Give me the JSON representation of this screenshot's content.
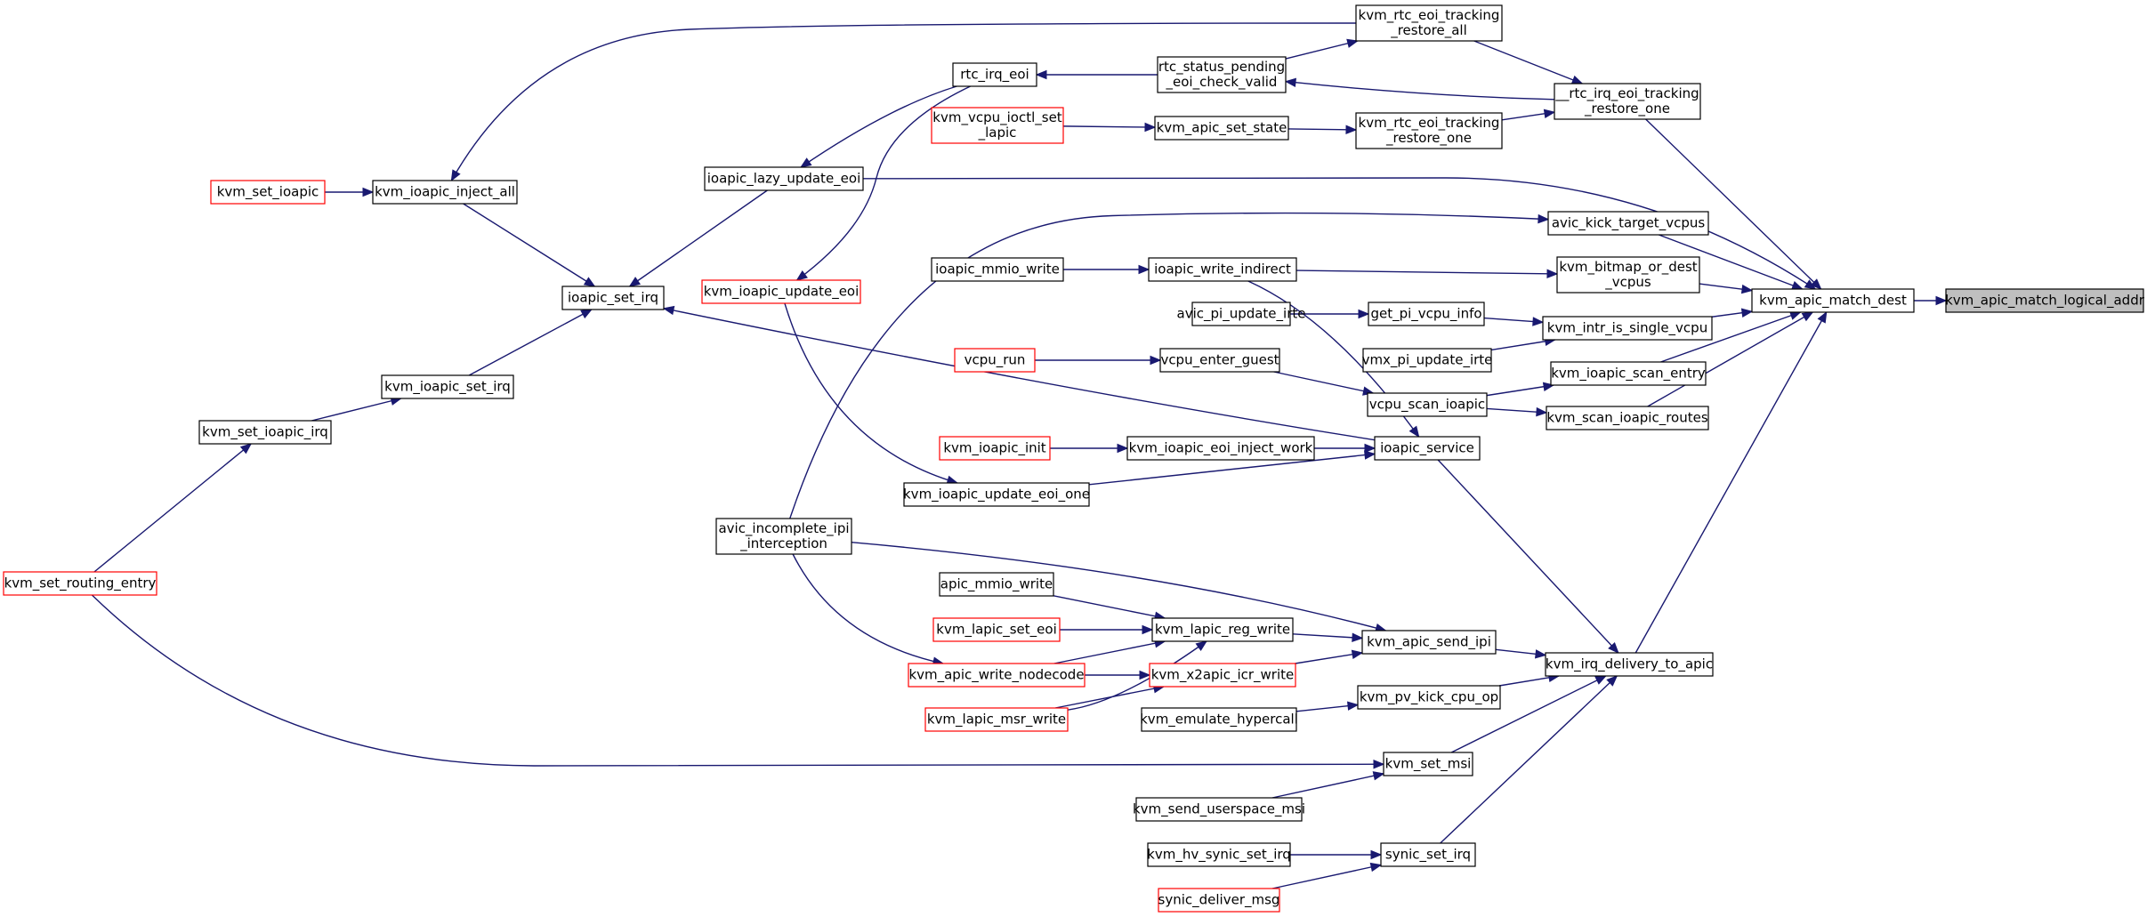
{
  "colors": {
    "edge": "#191970",
    "node_border": "#000000",
    "truncated_node_border": "#ff0000",
    "root_fill": "#bfbfbf",
    "background": "#ffffff"
  },
  "nodes": [
    {
      "id": "kvm_apic_match_logical_addr",
      "lines": [
        "kvm_apic_match_logical_addr"
      ],
      "style": "root"
    },
    {
      "id": "kvm_apic_match_dest",
      "lines": [
        "kvm_apic_match_dest"
      ],
      "style": "normal"
    },
    {
      "id": "__rtc_irq_eoi_tracking_restore_one",
      "lines": [
        "__rtc_irq_eoi_tracking",
        "_restore_one"
      ],
      "style": "normal"
    },
    {
      "id": "kvm_rtc_eoi_tracking_restore_all",
      "lines": [
        "kvm_rtc_eoi_tracking",
        "_restore_all"
      ],
      "style": "normal"
    },
    {
      "id": "kvm_rtc_eoi_tracking_restore_one",
      "lines": [
        "kvm_rtc_eoi_tracking",
        "_restore_one"
      ],
      "style": "normal"
    },
    {
      "id": "rtc_status_pending_eoi_check_valid",
      "lines": [
        "rtc_status_pending",
        "_eoi_check_valid"
      ],
      "style": "normal"
    },
    {
      "id": "rtc_irq_eoi",
      "lines": [
        "rtc_irq_eoi"
      ],
      "style": "normal"
    },
    {
      "id": "kvm_vcpu_ioctl_set_lapic",
      "lines": [
        "kvm_vcpu_ioctl_set",
        "_lapic"
      ],
      "style": "red"
    },
    {
      "id": "kvm_apic_set_state",
      "lines": [
        "kvm_apic_set_state"
      ],
      "style": "normal"
    },
    {
      "id": "ioapic_lazy_update_eoi",
      "lines": [
        "ioapic_lazy_update_eoi"
      ],
      "style": "normal"
    },
    {
      "id": "kvm_set_ioapic",
      "lines": [
        "kvm_set_ioapic"
      ],
      "style": "red"
    },
    {
      "id": "kvm_ioapic_inject_all",
      "lines": [
        "kvm_ioapic_inject_all"
      ],
      "style": "normal"
    },
    {
      "id": "ioapic_set_irq",
      "lines": [
        "ioapic_set_irq"
      ],
      "style": "normal"
    },
    {
      "id": "kvm_ioapic_set_irq",
      "lines": [
        "kvm_ioapic_set_irq"
      ],
      "style": "normal"
    },
    {
      "id": "kvm_set_ioapic_irq",
      "lines": [
        "kvm_set_ioapic_irq"
      ],
      "style": "normal"
    },
    {
      "id": "kvm_set_routing_entry",
      "lines": [
        "kvm_set_routing_entry"
      ],
      "style": "red"
    },
    {
      "id": "avic_kick_target_vcpus",
      "lines": [
        "avic_kick_target_vcpus"
      ],
      "style": "normal"
    },
    {
      "id": "kvm_bitmap_or_dest_vcpus",
      "lines": [
        "kvm_bitmap_or_dest",
        "_vcpus"
      ],
      "style": "normal"
    },
    {
      "id": "kvm_intr_is_single_vcpu",
      "lines": [
        "kvm_intr_is_single_vcpu"
      ],
      "style": "normal"
    },
    {
      "id": "kvm_ioapic_scan_entry",
      "lines": [
        "kvm_ioapic_scan_entry"
      ],
      "style": "normal"
    },
    {
      "id": "kvm_scan_ioapic_routes",
      "lines": [
        "kvm_scan_ioapic_routes"
      ],
      "style": "normal"
    },
    {
      "id": "vcpu_scan_ioapic",
      "lines": [
        "vcpu_scan_ioapic"
      ],
      "style": "normal"
    },
    {
      "id": "vmx_pi_update_irte",
      "lines": [
        "vmx_pi_update_irte"
      ],
      "style": "normal"
    },
    {
      "id": "get_pi_vcpu_info",
      "lines": [
        "get_pi_vcpu_info"
      ],
      "style": "normal"
    },
    {
      "id": "avic_pi_update_irte",
      "lines": [
        "avic_pi_update_irte"
      ],
      "style": "normal"
    },
    {
      "id": "ioapic_write_indirect",
      "lines": [
        "ioapic_write_indirect"
      ],
      "style": "normal"
    },
    {
      "id": "ioapic_mmio_write",
      "lines": [
        "ioapic_mmio_write"
      ],
      "style": "normal"
    },
    {
      "id": "kvm_ioapic_update_eoi",
      "lines": [
        "kvm_ioapic_update_eoi"
      ],
      "style": "red"
    },
    {
      "id": "vcpu_enter_guest",
      "lines": [
        "vcpu_enter_guest"
      ],
      "style": "normal"
    },
    {
      "id": "vcpu_run",
      "lines": [
        "vcpu_run"
      ],
      "style": "red"
    },
    {
      "id": "ioapic_service",
      "lines": [
        "ioapic_service"
      ],
      "style": "normal"
    },
    {
      "id": "kvm_ioapic_eoi_inject_work",
      "lines": [
        "kvm_ioapic_eoi_inject_work"
      ],
      "style": "normal"
    },
    {
      "id": "kvm_ioapic_init",
      "lines": [
        "kvm_ioapic_init"
      ],
      "style": "red"
    },
    {
      "id": "kvm_ioapic_update_eoi_one",
      "lines": [
        "kvm_ioapic_update_eoi_one"
      ],
      "style": "normal"
    },
    {
      "id": "avic_incomplete_ipi_interception",
      "lines": [
        "avic_incomplete_ipi",
        "_interception"
      ],
      "style": "normal"
    },
    {
      "id": "kvm_irq_delivery_to_apic",
      "lines": [
        "kvm_irq_delivery_to_apic"
      ],
      "style": "normal"
    },
    {
      "id": "kvm_apic_send_ipi",
      "lines": [
        "kvm_apic_send_ipi"
      ],
      "style": "normal"
    },
    {
      "id": "kvm_lapic_reg_write",
      "lines": [
        "kvm_lapic_reg_write"
      ],
      "style": "normal"
    },
    {
      "id": "apic_mmio_write",
      "lines": [
        "apic_mmio_write"
      ],
      "style": "normal"
    },
    {
      "id": "kvm_lapic_set_eoi",
      "lines": [
        "kvm_lapic_set_eoi"
      ],
      "style": "red"
    },
    {
      "id": "kvm_apic_write_nodecode",
      "lines": [
        "kvm_apic_write_nodecode"
      ],
      "style": "red"
    },
    {
      "id": "kvm_x2apic_icr_write",
      "lines": [
        "kvm_x2apic_icr_write"
      ],
      "style": "red"
    },
    {
      "id": "kvm_lapic_msr_write",
      "lines": [
        "kvm_lapic_msr_write"
      ],
      "style": "red"
    },
    {
      "id": "kvm_pv_kick_cpu_op",
      "lines": [
        "kvm_pv_kick_cpu_op"
      ],
      "style": "normal"
    },
    {
      "id": "kvm_emulate_hypercall",
      "lines": [
        "kvm_emulate_hypercall"
      ],
      "style": "normal"
    },
    {
      "id": "kvm_set_msi",
      "lines": [
        "kvm_set_msi"
      ],
      "style": "normal"
    },
    {
      "id": "kvm_send_userspace_msi",
      "lines": [
        "kvm_send_userspace_msi"
      ],
      "style": "normal"
    },
    {
      "id": "synic_set_irq",
      "lines": [
        "synic_set_irq"
      ],
      "style": "normal"
    },
    {
      "id": "kvm_hv_synic_set_irq",
      "lines": [
        "kvm_hv_synic_set_irq"
      ],
      "style": "normal"
    },
    {
      "id": "synic_deliver_msg",
      "lines": [
        "synic_deliver_msg"
      ],
      "style": "red"
    }
  ],
  "edges": [
    {
      "from": "kvm_apic_match_dest",
      "to": "kvm_apic_match_logical_addr"
    },
    {
      "from": "__rtc_irq_eoi_tracking_restore_one",
      "to": "kvm_apic_match_dest"
    },
    {
      "from": "ioapic_lazy_update_eoi",
      "to": "kvm_apic_match_dest"
    },
    {
      "from": "avic_kick_target_vcpus",
      "to": "kvm_apic_match_dest"
    },
    {
      "from": "kvm_bitmap_or_dest_vcpus",
      "to": "kvm_apic_match_dest"
    },
    {
      "from": "kvm_intr_is_single_vcpu",
      "to": "kvm_apic_match_dest"
    },
    {
      "from": "kvm_ioapic_scan_entry",
      "to": "kvm_apic_match_dest"
    },
    {
      "from": "kvm_scan_ioapic_routes",
      "to": "kvm_apic_match_dest"
    },
    {
      "from": "kvm_irq_delivery_to_apic",
      "to": "kvm_apic_match_dest"
    },
    {
      "from": "kvm_rtc_eoi_tracking_restore_all",
      "to": "__rtc_irq_eoi_tracking_restore_one"
    },
    {
      "from": "kvm_rtc_eoi_tracking_restore_one",
      "to": "__rtc_irq_eoi_tracking_restore_one"
    },
    {
      "from": "__rtc_irq_eoi_tracking_restore_one",
      "to": "rtc_status_pending_eoi_check_valid"
    },
    {
      "from": "rtc_status_pending_eoi_check_valid",
      "to": "kvm_rtc_eoi_tracking_restore_all"
    },
    {
      "from": "rtc_status_pending_eoi_check_valid",
      "to": "rtc_irq_eoi"
    },
    {
      "from": "rtc_irq_eoi",
      "to": "ioapic_lazy_update_eoi"
    },
    {
      "from": "rtc_irq_eoi",
      "to": "kvm_ioapic_update_eoi"
    },
    {
      "from": "kvm_apic_set_state",
      "to": "kvm_rtc_eoi_tracking_restore_one"
    },
    {
      "from": "kvm_vcpu_ioctl_set_lapic",
      "to": "kvm_apic_set_state"
    },
    {
      "from": "kvm_rtc_eoi_tracking_restore_all",
      "to": "kvm_ioapic_inject_all"
    },
    {
      "from": "kvm_set_ioapic",
      "to": "kvm_ioapic_inject_all"
    },
    {
      "from": "ioapic_lazy_update_eoi",
      "to": "ioapic_set_irq"
    },
    {
      "from": "kvm_ioapic_inject_all",
      "to": "ioapic_set_irq"
    },
    {
      "from": "kvm_ioapic_set_irq",
      "to": "ioapic_set_irq"
    },
    {
      "from": "ioapic_service",
      "to": "ioapic_set_irq"
    },
    {
      "from": "kvm_set_ioapic_irq",
      "to": "kvm_ioapic_set_irq"
    },
    {
      "from": "kvm_set_routing_entry",
      "to": "kvm_set_ioapic_irq"
    },
    {
      "from": "avic_incomplete_ipi_interception",
      "to": "avic_kick_target_vcpus"
    },
    {
      "from": "ioapic_write_indirect",
      "to": "kvm_bitmap_or_dest_vcpus"
    },
    {
      "from": "ioapic_mmio_write",
      "to": "ioapic_write_indirect"
    },
    {
      "from": "get_pi_vcpu_info",
      "to": "kvm_intr_is_single_vcpu"
    },
    {
      "from": "vmx_pi_update_irte",
      "to": "kvm_intr_is_single_vcpu"
    },
    {
      "from": "avic_pi_update_irte",
      "to": "get_pi_vcpu_info"
    },
    {
      "from": "vcpu_scan_ioapic",
      "to": "kvm_ioapic_scan_entry"
    },
    {
      "from": "vcpu_scan_ioapic",
      "to": "kvm_scan_ioapic_routes"
    },
    {
      "from": "vcpu_enter_guest",
      "to": "vcpu_scan_ioapic"
    },
    {
      "from": "vcpu_run",
      "to": "vcpu_enter_guest"
    },
    {
      "from": "ioapic_write_indirect",
      "to": "ioapic_service"
    },
    {
      "from": "kvm_ioapic_eoi_inject_work",
      "to": "ioapic_service"
    },
    {
      "from": "kvm_ioapic_update_eoi_one",
      "to": "ioapic_service"
    },
    {
      "from": "kvm_ioapic_init",
      "to": "kvm_ioapic_eoi_inject_work"
    },
    {
      "from": "kvm_ioapic_update_eoi",
      "to": "kvm_ioapic_update_eoi_one"
    },
    {
      "from": "ioapic_service",
      "to": "kvm_irq_delivery_to_apic"
    },
    {
      "from": "kvm_apic_send_ipi",
      "to": "kvm_irq_delivery_to_apic"
    },
    {
      "from": "kvm_pv_kick_cpu_op",
      "to": "kvm_irq_delivery_to_apic"
    },
    {
      "from": "kvm_set_msi",
      "to": "kvm_irq_delivery_to_apic"
    },
    {
      "from": "synic_set_irq",
      "to": "kvm_irq_delivery_to_apic"
    },
    {
      "from": "avic_incomplete_ipi_interception",
      "to": "kvm_apic_send_ipi"
    },
    {
      "from": "kvm_lapic_reg_write",
      "to": "kvm_apic_send_ipi"
    },
    {
      "from": "kvm_x2apic_icr_write",
      "to": "kvm_apic_send_ipi"
    },
    {
      "from": "apic_mmio_write",
      "to": "kvm_lapic_reg_write"
    },
    {
      "from": "kvm_lapic_set_eoi",
      "to": "kvm_lapic_reg_write"
    },
    {
      "from": "kvm_apic_write_nodecode",
      "to": "kvm_lapic_reg_write"
    },
    {
      "from": "kvm_lapic_msr_write",
      "to": "kvm_lapic_reg_write"
    },
    {
      "from": "avic_incomplete_ipi_interception",
      "to": "kvm_apic_write_nodecode"
    },
    {
      "from": "kvm_apic_write_nodecode",
      "to": "kvm_x2apic_icr_write"
    },
    {
      "from": "kvm_lapic_msr_write",
      "to": "kvm_x2apic_icr_write"
    },
    {
      "from": "kvm_emulate_hypercall",
      "to": "kvm_pv_kick_cpu_op"
    },
    {
      "from": "kvm_set_routing_entry",
      "to": "kvm_set_msi"
    },
    {
      "from": "kvm_send_userspace_msi",
      "to": "kvm_set_msi"
    },
    {
      "from": "kvm_hv_synic_set_irq",
      "to": "synic_set_irq"
    },
    {
      "from": "synic_deliver_msg",
      "to": "synic_set_irq"
    }
  ]
}
